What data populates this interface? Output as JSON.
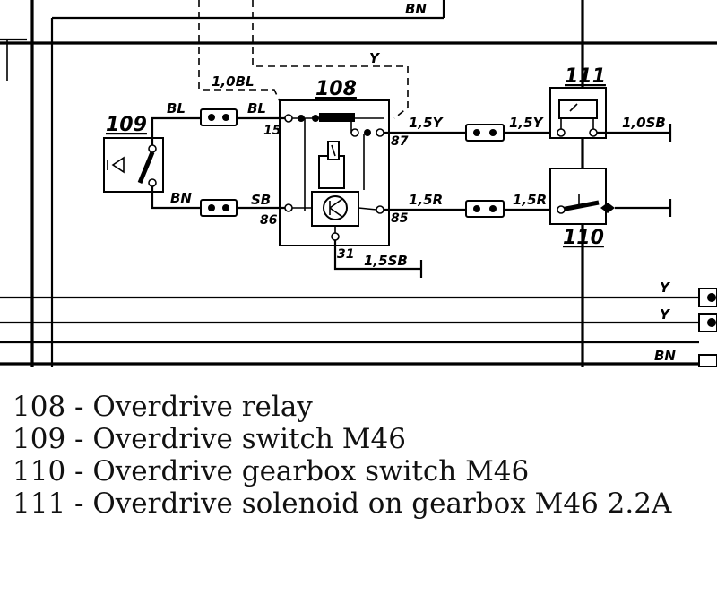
{
  "components": {
    "relay": {
      "id": "108",
      "pins": {
        "p15": "15",
        "p86": "86",
        "p87": "87",
        "p85": "85",
        "p31": "31"
      }
    },
    "switch": {
      "id": "109"
    },
    "gearbox_switch": {
      "id": "110"
    },
    "solenoid": {
      "id": "111"
    }
  },
  "wires": {
    "top_bn": "BN",
    "y_dashed": "Y",
    "bl_10": "1,0BL",
    "bl_left": "BL",
    "bl_right": "BL",
    "bn_left": "BN",
    "sb_right": "SB",
    "y_15": "1,5Y",
    "y_15_b": "1,5Y",
    "sb_10": "1,0SB",
    "r_15": "1,5R",
    "r_15_b": "1,5R",
    "sb_15": "1,5SB",
    "edge_y1": "Y",
    "edge_y2": "Y",
    "edge_bn": "BN"
  },
  "legend": [
    "108 - Overdrive relay",
    "109 - Overdrive switch M46",
    "110 - Overdrive gearbox switch M46",
    "111 - Overdrive solenoid on gearbox M46 2.2A"
  ]
}
